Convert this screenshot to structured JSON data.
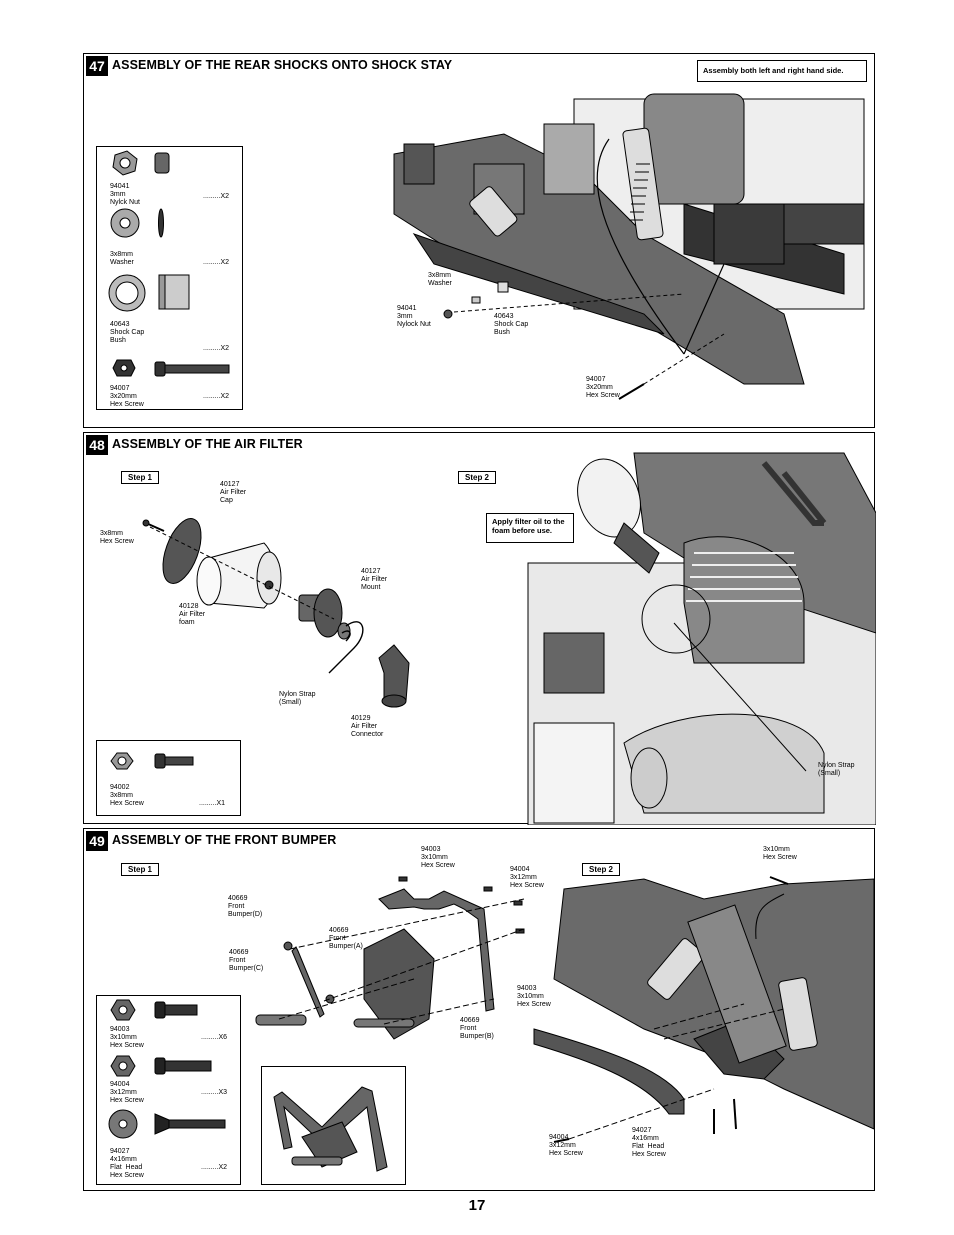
{
  "page_number": "17",
  "s47": {
    "num": "47",
    "title": "ASSEMBLY OF THE REAR SHOCKS ONTO SHOCK STAY",
    "note": "Assembly both left and right hand side.",
    "parts": [
      {
        "label": "94041\n3mm\nNylck Nut",
        "qty": ".........X2"
      },
      {
        "label": "3x8mm\nWasher",
        "qty": ".........X2"
      },
      {
        "label": "40643\nShock Cap\nBush",
        "qty": ".........X2"
      },
      {
        "label": "94007\n3x20mm\nHex Screw",
        "qty": ".........X2"
      }
    ],
    "callouts": {
      "washer": "3x8mm\nWasher",
      "nut": "94041\n3mm\nNylock Nut",
      "bush": "40643\nShock Cap\nBush",
      "screw": "94007\n3x20mm\nHex Screw"
    }
  },
  "s48": {
    "num": "48",
    "title": "ASSEMBLY OF THE AIR FILTER",
    "step1": "Step 1",
    "step2": "Step 2",
    "note": "Apply filter oil to the\nfoam before use.",
    "callouts": {
      "cap": "40127\nAir Filter\nCap",
      "screw": "3x8mm\nHex Screw",
      "mount": "40127\nAir Filter\nMount",
      "foam": "40128\nAir Filter\nfoam",
      "strap": "Nylon Strap\n(Small)",
      "connector": "40129\nAir Filter\nConnector",
      "strap2": "Nylon Strap\n(Small)"
    },
    "parts": [
      {
        "label": "94002\n3x8mm\nHex Screw",
        "qty": ".........X1"
      }
    ]
  },
  "s49": {
    "num": "49",
    "title": "ASSEMBLY OF THE FRONT BUMPER",
    "step1": "Step 1",
    "step2": "Step 2",
    "callouts": {
      "d": "40669\nFront\nBumper(D)",
      "a": "40669\nFront\nBumper(A)",
      "c": "40669\nFront\nBumper(C)",
      "b": "40669\nFront\nBumper(B)",
      "s10a": "94003\n3x10mm\nHex Screw",
      "s12": "94004\n3x12mm\nHex Screw",
      "s10b": "94003\n3x10mm\nHex Screw",
      "s10c": "3x10mm\nHex Screw",
      "s12b": "94004\n3x12mm\nHex Screw",
      "flat": "94027\n4x16mm\nFlat  Head\nHex Screw"
    },
    "parts": [
      {
        "label": "94003\n3x10mm\nHex Screw",
        "qty": ".........X6"
      },
      {
        "label": "94004\n3x12mm\nHex Screw",
        "qty": ".........X3"
      },
      {
        "label": "94027\n4x16mm\nFlat  Head\nHex Screw",
        "qty": ".........X2"
      }
    ]
  }
}
